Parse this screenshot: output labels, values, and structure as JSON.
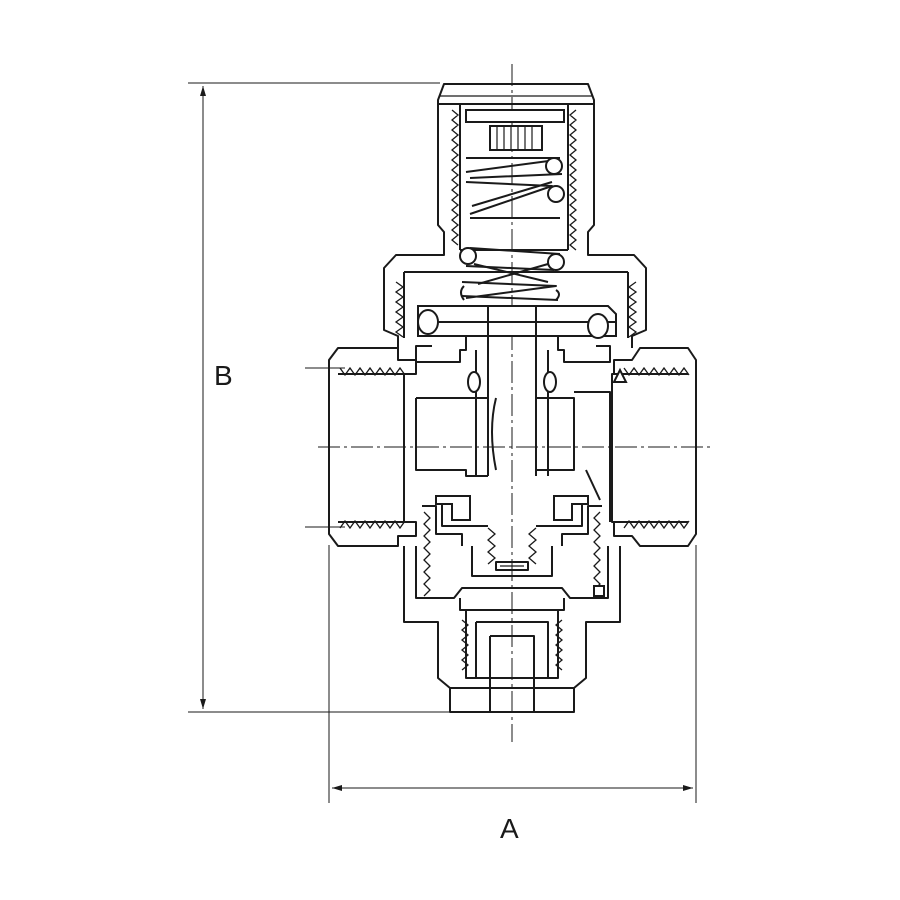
{
  "diagram": {
    "dimensions": [
      {
        "id": "A",
        "label": "A"
      },
      {
        "id": "B",
        "label": "B"
      }
    ],
    "colors": {
      "line": "#1a1a1a",
      "background": "#ffffff"
    }
  }
}
